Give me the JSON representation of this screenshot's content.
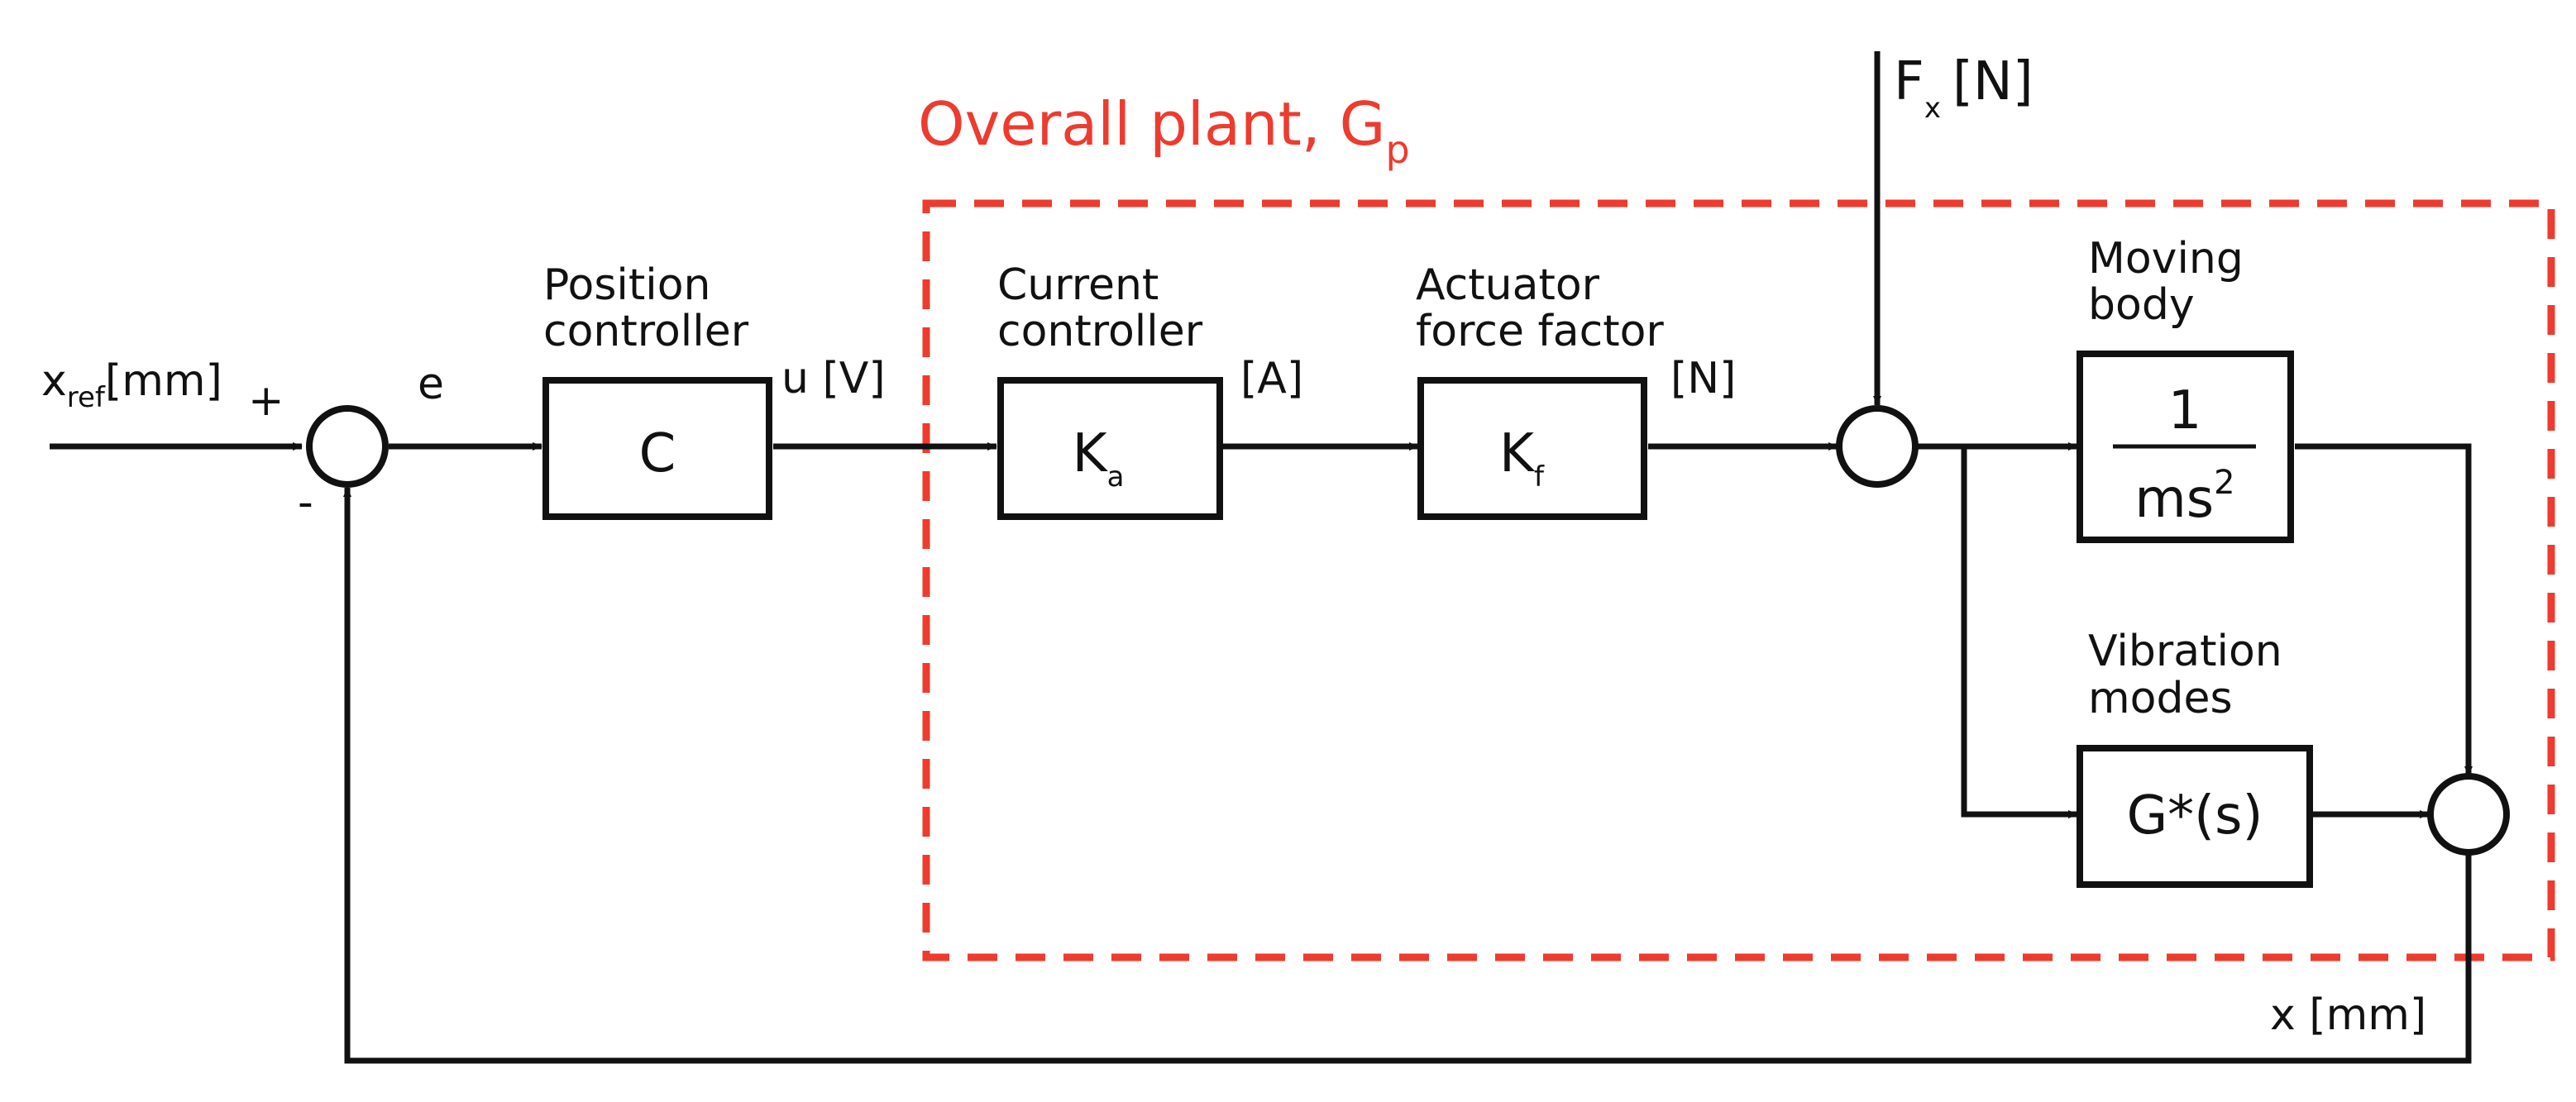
{
  "colors": {
    "line": "#111111",
    "accent": "#ee3b2f"
  },
  "plant": {
    "title_main": "Overall plant, G",
    "title_sub": "p"
  },
  "inputs": {
    "xref_base": "x",
    "xref_sub": "ref",
    "xref_unit": "[mm]",
    "plus": "+",
    "minus": "-",
    "e": "e",
    "u": "u [V]",
    "amp": "[A]",
    "newton": "[N]",
    "fx_base": "F",
    "fx_sub": "x",
    "fx_unit": "[N]",
    "x_out": "x [mm]"
  },
  "blocks": {
    "position_controller": {
      "line1": "Position",
      "line2": "controller",
      "symbol": "C"
    },
    "current_controller": {
      "line1": "Current",
      "line2": "controller",
      "symbol_base": "K",
      "symbol_sub": "a"
    },
    "actuator": {
      "line1": "Actuator",
      "line2": "force factor",
      "symbol_base": "K",
      "symbol_sub": "f"
    },
    "moving_body": {
      "line1": "Moving",
      "line2": "body",
      "numerator": "1",
      "denominator_base": "ms",
      "denominator_sup": "2"
    },
    "vibration": {
      "line1": "Vibration",
      "line2": "modes",
      "symbol": "G*(s)"
    }
  }
}
